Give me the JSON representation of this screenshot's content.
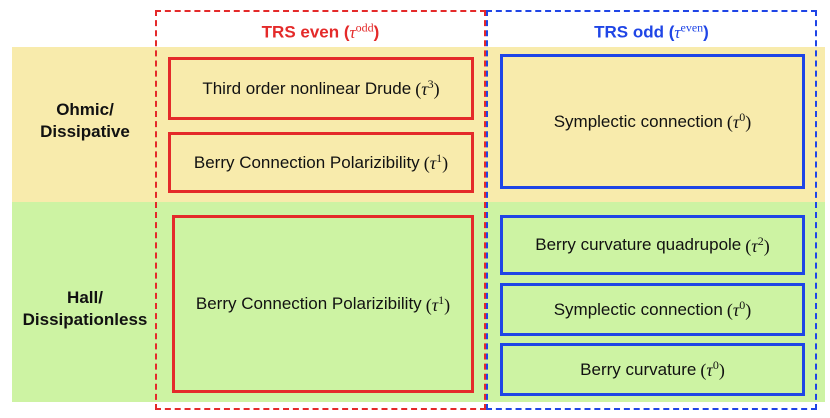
{
  "rows": {
    "ohmic": {
      "line1": "Ohmic/",
      "line2": "Dissipative"
    },
    "hall": {
      "line1": "Hall/",
      "line2": "Dissipationless"
    }
  },
  "columns": {
    "even": {
      "label": "TRS even",
      "tau_symbol": "τ",
      "tau_superscript": "odd",
      "color": "#e42a2a"
    },
    "odd": {
      "label": "TRS odd",
      "tau_symbol": "τ",
      "tau_superscript": "even",
      "color": "#1f45e6"
    }
  },
  "colors": {
    "ohmic_band": "#f8ebac",
    "hall_band": "#cdf3a3"
  },
  "boxes": [
    {
      "id": "drude",
      "text": "Third order nonlinear Drude",
      "tau_power": "3"
    },
    {
      "id": "bcp1",
      "text": "Berry Connection Polarizibility",
      "tau_power": "1"
    },
    {
      "id": "bcp2",
      "text": "Berry Connection Polarizibility",
      "tau_power": "1"
    },
    {
      "id": "symp1",
      "text": "Symplectic connection",
      "tau_power": "0"
    },
    {
      "id": "bcq",
      "text": "Berry curvature quadrupole",
      "tau_power": "2"
    },
    {
      "id": "symp2",
      "text": "Symplectic connection",
      "tau_power": "0"
    },
    {
      "id": "bcurv",
      "text": "Berry curvature",
      "tau_power": "0"
    }
  ]
}
